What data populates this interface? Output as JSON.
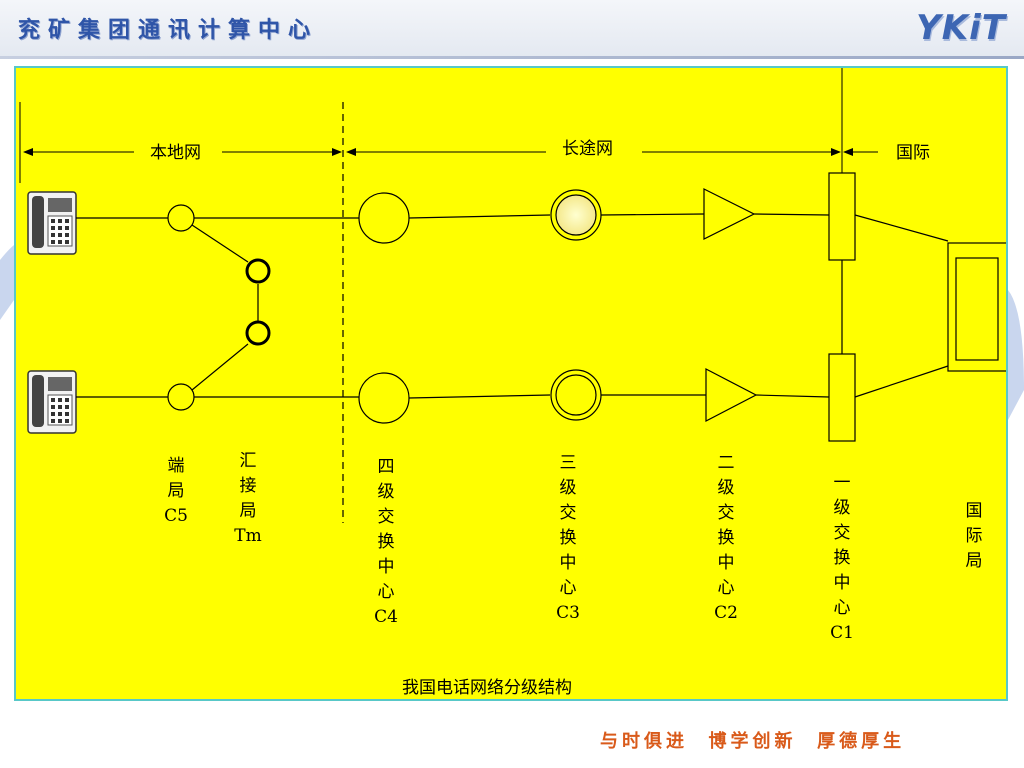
{
  "header": {
    "org_title": "兖矿集团通讯计算中心",
    "logo": "YKiT"
  },
  "diagram": {
    "sections": {
      "local": "本地网",
      "long_distance": "长途网",
      "international": "国际"
    },
    "nodes": {
      "end_office": "端局",
      "end_office_code": "C5",
      "tandem": "汇接局",
      "tandem_code": "Tm",
      "c4": "四级交换中心",
      "c4_code": "C4",
      "c3": "三级交换中心",
      "c3_code": "C3",
      "c2": "二级交换中心",
      "c2_code": "C2",
      "c1": "一级交换中心",
      "c1_code": "C1",
      "intl": "国际局"
    },
    "caption": "我国电话网络分级结构",
    "icons": [
      "telephone-icon",
      "telephone-icon"
    ]
  },
  "footer": {
    "slogan": "与时俱进  博学创新  厚德厚生"
  },
  "colors": {
    "diagram_bg": "#ffff00",
    "border": "#58c8c8",
    "title": "#2f55a8",
    "slogan": "#d95a1a"
  }
}
